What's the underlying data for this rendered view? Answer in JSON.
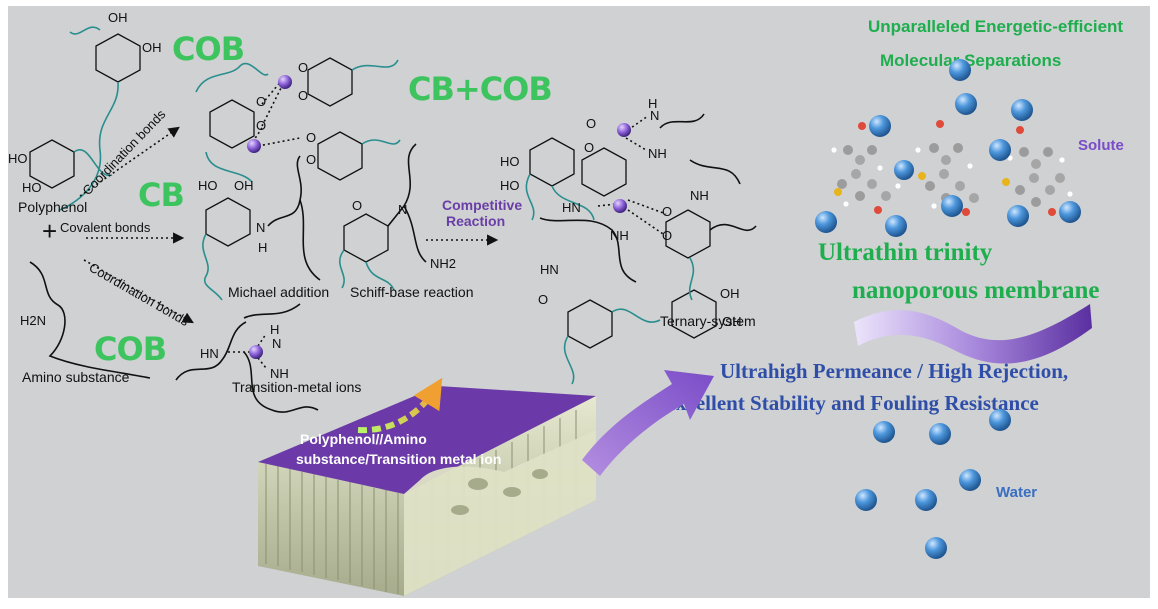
{
  "colors": {
    "background": "#cfd1d3",
    "green_text": "#1fae4e",
    "blue_text": "#2f4ea8",
    "purple": "#6a3ea6",
    "teal": "#2a8e8e",
    "sphere": "#3a86cf"
  },
  "badges": {
    "cob_top": "COB",
    "cb_mid": "CB",
    "cob_bottom": "COB",
    "cb_cob": "CB+COB"
  },
  "labels": {
    "polyphenol": "Polyphenol",
    "plus": "+",
    "amino_substance": "Amino substance",
    "coordination_bonds_top": "Coordination bonds",
    "covalent_bonds": "Covalent bonds",
    "coordination_bonds_bottom": "Coordination bonds",
    "michael_addition": "Michael addition",
    "schiff_base_reaction": "Schiff-base reaction",
    "transition_metal_ions": "Transition-metal ions",
    "competitive_reaction_line1": "Competitive",
    "competitive_reaction_line2": "Reaction",
    "ternary_system": "Ternary-system",
    "substrate_line1": "Polyphenol//Amino",
    "substrate_line2": "substance/Transition metal ion"
  },
  "headline": {
    "line1": "Unparalleled Energetic-efficient",
    "line2": "Molecular Separations"
  },
  "membrane": {
    "line1": "Ultrathin trinity",
    "line2": "nanoporous membrane"
  },
  "performance": {
    "line1": "Ultrahigh Permeance / High Rejection,",
    "line2": "Excellent Stability and Fouling Resistance"
  },
  "legend": {
    "solute": "Solute",
    "water": "Water"
  },
  "atoms": {
    "ho": "HO",
    "oh": "OH",
    "h2n": "H2N",
    "nh2": "NH2",
    "hn": "HN",
    "nh": "NH",
    "h": "H",
    "n": "N",
    "o": "O"
  }
}
